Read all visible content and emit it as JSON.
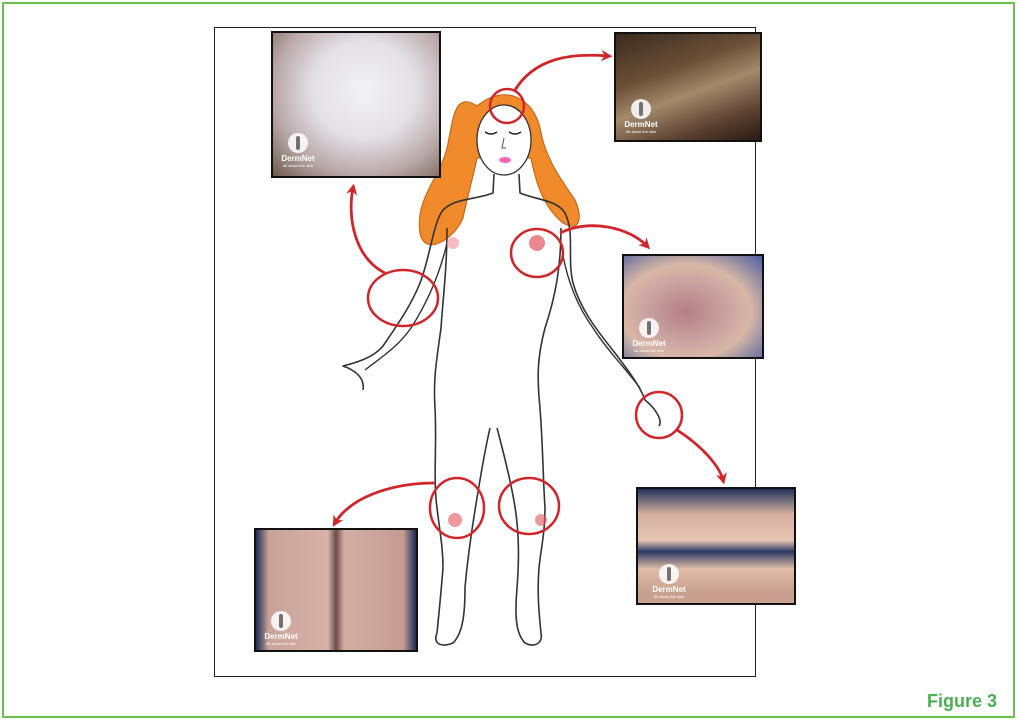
{
  "figure_label": "Figure 3",
  "watermark": {
    "brand": "DermNet",
    "tagline": "All about the skin"
  },
  "colors": {
    "frame": "#6cc04a",
    "caption": "#4caf50",
    "arrow": "#d0262a",
    "hair": "#f08a2a"
  },
  "photos": [
    {
      "name": "photo-elbow-plaque"
    },
    {
      "name": "photo-scalp"
    },
    {
      "name": "photo-armpit"
    },
    {
      "name": "photo-fingers"
    },
    {
      "name": "photo-knees"
    }
  ]
}
